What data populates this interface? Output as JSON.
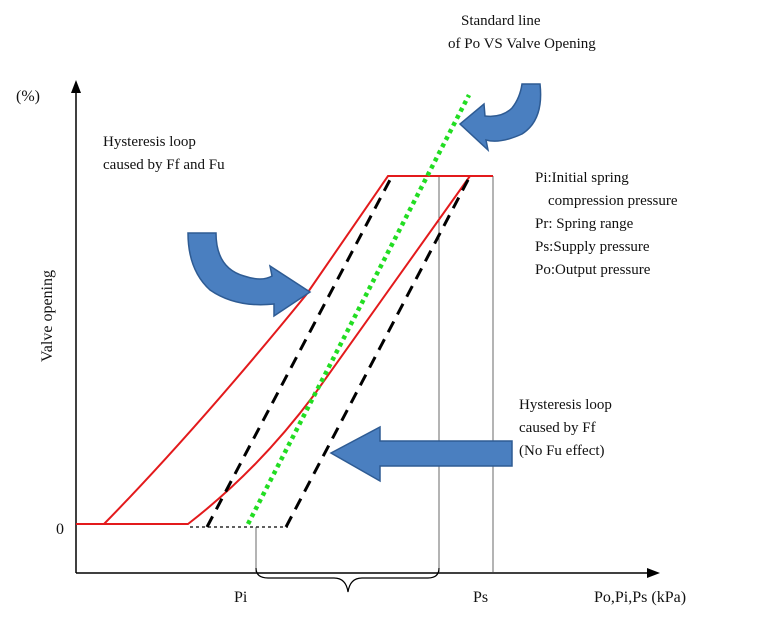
{
  "axes": {
    "y_unit": "(%)",
    "y_label": "Valve opening",
    "y_zero": "0",
    "x_label": "Po,Pi,Ps (kPa)",
    "x_tick_pi": "Pi",
    "x_tick_ps": "Ps"
  },
  "annotations": {
    "standard_line": [
      "Standard line",
      "of Po VS  Valve  Opening"
    ],
    "hysteresis_ff_fu": [
      "Hysteresis loop",
      "caused by Ff and Fu"
    ],
    "hysteresis_ff": [
      "Hysteresis loop",
      "caused by Ff",
      "(No Fu effect)"
    ]
  },
  "legend": {
    "pi": [
      "Pi:Initial  spring",
      "compression pressure"
    ],
    "pr": "Pr: Spring range",
    "ps": "Ps:Supply pressure",
    "po": "Po:Output pressure"
  },
  "colors": {
    "axis": "#000000",
    "hysteresis_ff_fu": "#e31a1c",
    "hysteresis_ff": "#000000",
    "standard_line": "#22dd22",
    "arrow_fill": "#4a7fc0",
    "arrow_stroke": "#2e5b93"
  },
  "curves": {
    "hysteresis_ff_fu": "Hysteresis loop caused by Ff and Fu",
    "hysteresis_ff": "Hysteresis loop caused by Ff",
    "standard_line": "Standard line"
  },
  "icons": {
    "arrow_standard": "curved-arrow-icon",
    "arrow_ff_fu": "curved-arrow-icon",
    "arrow_ff": "left-arrow-icon"
  }
}
